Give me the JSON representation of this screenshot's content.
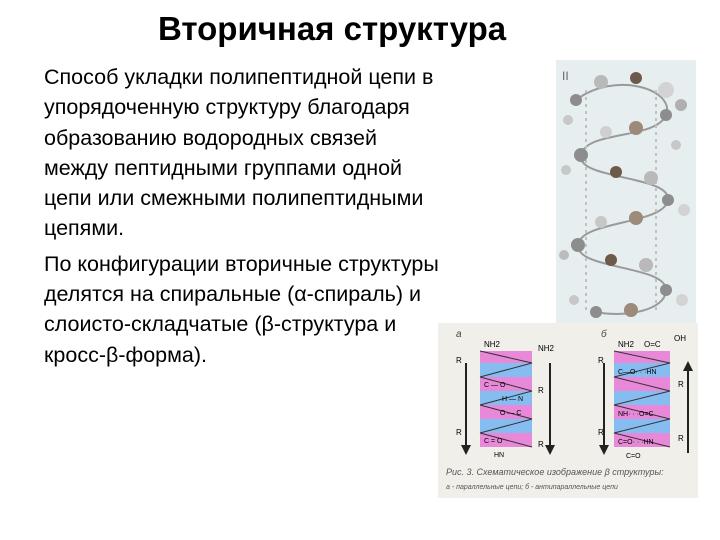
{
  "slide": {
    "title": "Вторичная структура",
    "paragraph1": "Способ укладки полипептидной цепи в упорядоченную структуру благодаря образованию водородных связей между пептидными группами одной цепи или смежными полипептидными цепями.",
    "paragraph2": "По конфигурации вторичные структуры делятся на спиральные (α-спираль) и слоисто-складчатые (β-структура и кросс-β-форма)."
  },
  "helix_figure": {
    "roman_label": "II"
  },
  "sheet_figure": {
    "panel_a_label": "а",
    "panel_b_label": "б",
    "left": {
      "nh2_top_left": "NH2",
      "nh2_top_right": "NH2",
      "r_labels": [
        "R",
        "R",
        "R",
        "R"
      ],
      "bonds": [
        "C — O",
        "H — N",
        "O — C",
        "C = O",
        "HN"
      ]
    },
    "right": {
      "nh2_top": "NH2",
      "oc_top": "O=C",
      "oh": "OH",
      "r_labels": [
        "R",
        "R",
        "R",
        "R"
      ],
      "bonds": [
        "C—O· · ·HN",
        "NH· · ·O=C",
        "C=O· · ·HN",
        "C=O"
      ]
    },
    "caption_line1": "Рис. 3. Схематическое изображение β структуры:",
    "caption_line2": "а - параллельные цепи; б - антипараллельные цепи"
  },
  "colors": {
    "pink": "#e789d8",
    "blue": "#86bdf0",
    "arrow": "#222222",
    "caption": "#555555"
  }
}
